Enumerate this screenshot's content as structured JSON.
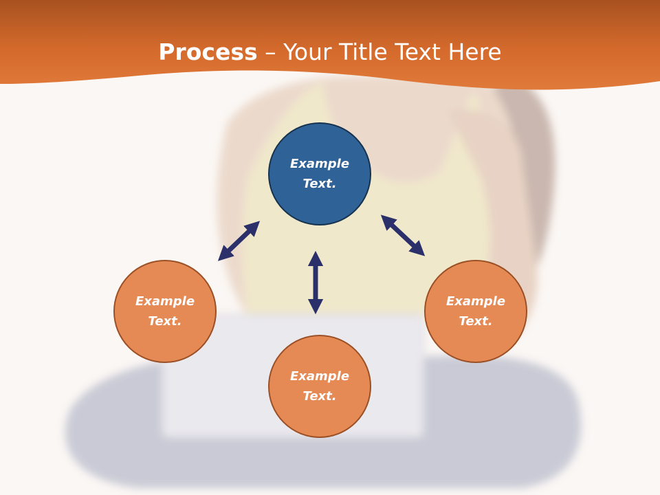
{
  "slide": {
    "title_bold": "Process",
    "title_separator": " – ",
    "title_rest": "Your Title Text Here"
  },
  "diagram": {
    "nodes": [
      {
        "id": "top",
        "line1": "Example",
        "line2": "Text.",
        "color": "#2f6296"
      },
      {
        "id": "left",
        "line1": "Example",
        "line2": "Text.",
        "color": "#e58a55"
      },
      {
        "id": "right",
        "line1": "Example",
        "line2": "Text.",
        "color": "#e58a55"
      },
      {
        "id": "bottom",
        "line1": "Example",
        "line2": "Text.",
        "color": "#e58a55"
      }
    ],
    "arrow_color": "#2b2f6a",
    "header_color": "#d4682a"
  }
}
